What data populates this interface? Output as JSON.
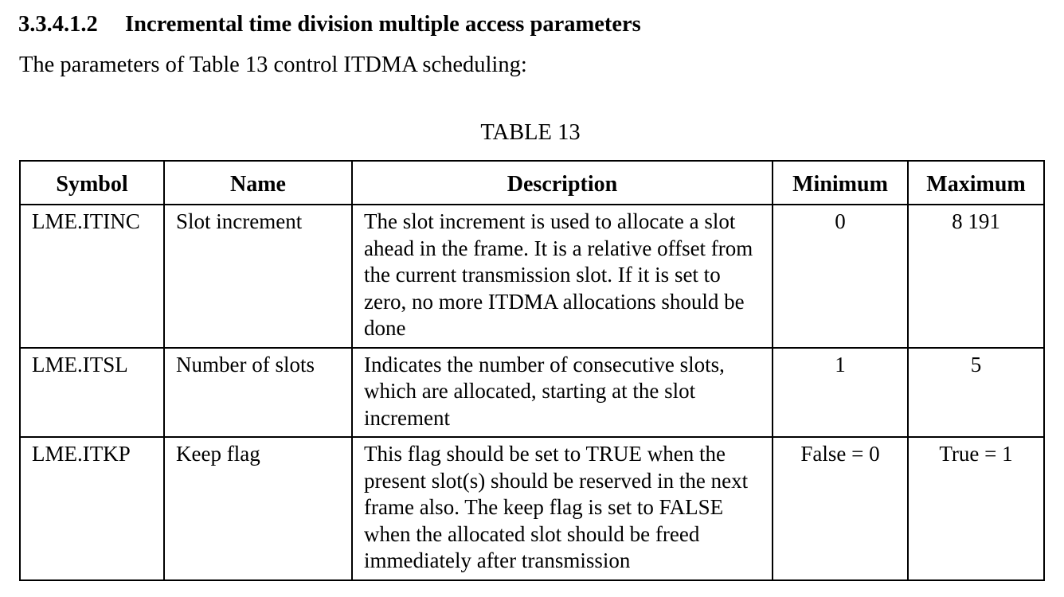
{
  "section": {
    "number": "3.3.4.1.2",
    "title": "Incremental time division multiple access parameters"
  },
  "intro": "The parameters of Table 13 control ITDMA scheduling:",
  "table": {
    "caption": "TABLE 13",
    "headers": {
      "symbol": "Symbol",
      "name": "Name",
      "description": "Description",
      "minimum": "Minimum",
      "maximum": "Maximum"
    },
    "rows": [
      {
        "symbol": "LME.ITINC",
        "name": "Slot increment",
        "description": "The slot increment is used to allocate a slot ahead in the frame. It is a relative offset from the current transmission slot. If it is set to zero, no more ITDMA allocations should be done",
        "minimum": "0",
        "maximum": "8 191"
      },
      {
        "symbol": "LME.ITSL",
        "name": "Number of slots",
        "description": "Indicates the number of consecutive slots, which are allocated, starting at the slot increment",
        "minimum": "1",
        "maximum": "5"
      },
      {
        "symbol": "LME.ITKP",
        "name": "Keep flag",
        "description": "This flag should be set to TRUE when the present slot(s) should be reserved in the next frame also. The keep flag is set to FALSE when the allocated slot should be freed immediately after transmission",
        "minimum": "False = 0",
        "maximum": "True = 1"
      }
    ]
  }
}
